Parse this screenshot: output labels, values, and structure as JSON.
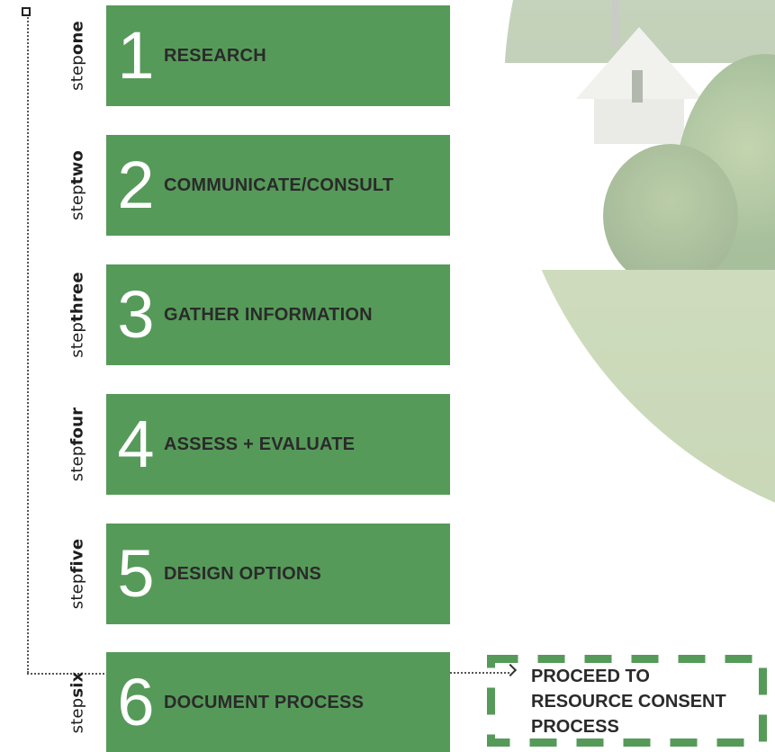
{
  "steps": [
    {
      "prefix": "step",
      "word": "one",
      "number": "1",
      "title": "RESEARCH"
    },
    {
      "prefix": "step",
      "word": "two",
      "number": "2",
      "title": "COMMUNICATE/CONSULT"
    },
    {
      "prefix": "step",
      "word": "three",
      "number": "3",
      "title": "GATHER INFORMATION"
    },
    {
      "prefix": "step",
      "word": "four",
      "number": "4",
      "title": "ASSESS + EVALUATE"
    },
    {
      "prefix": "step",
      "word": "five",
      "number": "5",
      "title": "DESIGN OPTIONS"
    },
    {
      "prefix": "step",
      "word": "six",
      "number": "6",
      "title": "DOCUMENT PROCESS"
    }
  ],
  "outcome": {
    "text": "PROCEED TO\nRESOURCE CONSENT\nPROCESS"
  },
  "colors": {
    "step_box": "#569a59",
    "step_number": "#ffffff",
    "step_title": "#2a2a2a",
    "dashed_border": "#569a59",
    "timeline": "#555555"
  },
  "icons": {
    "timeline_start": "square-outline-icon",
    "connector_arrow": "chevron-right-icon"
  }
}
